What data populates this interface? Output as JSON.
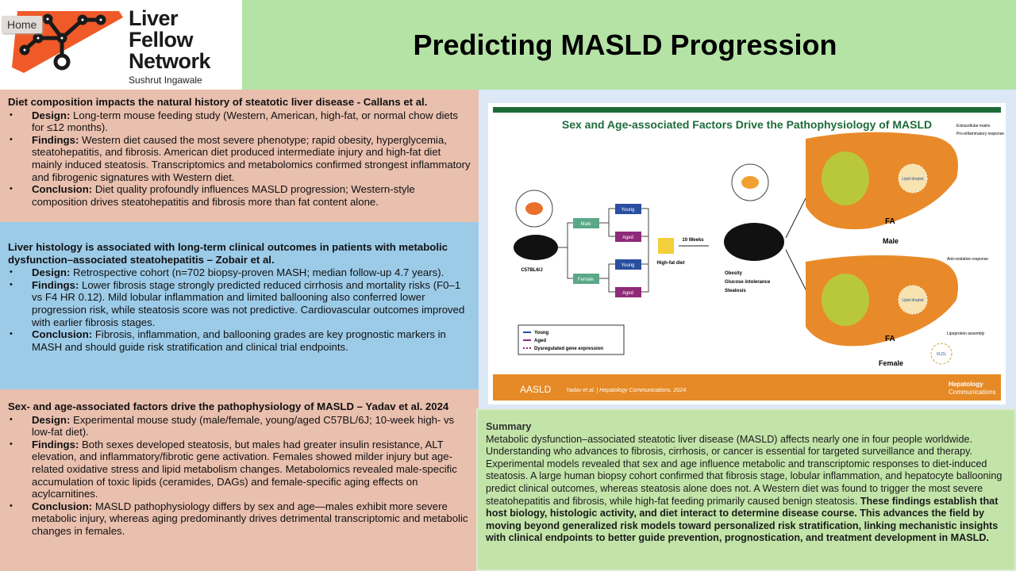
{
  "nav": {
    "home_label": "Home"
  },
  "logo": {
    "name": "Liver Fellow Network",
    "line1": "Liver",
    "line2": "Fellow",
    "line3": "Network",
    "author": "Sushrut Ingawale",
    "brand_color": "#f05a28"
  },
  "header": {
    "title": "Predicting MASLD Progression"
  },
  "panels": [
    {
      "title": "Diet composition impacts the natural history of steatotic liver disease - Callans et al.",
      "bullets": [
        {
          "label": "Design:",
          "text": " Long-term mouse feeding study (Western, American, high-fat, or normal chow diets for ≤12 months)."
        },
        {
          "label": "Findings:",
          "text": " Western diet caused the most severe phenotype; rapid obesity, hyperglycemia, steatohepatitis, and fibrosis. American diet produced intermediate injury and high-fat diet mainly induced steatosis. Transcriptomics and metabolomics confirmed strongest inflammatory and fibrogenic signatures with Western diet."
        },
        {
          "label": "Conclusion:",
          "text": " Diet quality profoundly influences MASLD progression; Western-style composition drives steatohepatitis and fibrosis more than fat content alone."
        }
      ]
    },
    {
      "title": "Liver histology is associated with long-term clinical outcomes in patients with metabolic dysfunction–associated steatohepatitis – Zobair et al.",
      "bullets": [
        {
          "label": "Design:",
          "text": " Retrospective cohort (n=702 biopsy-proven MASH; median follow-up 4.7 years)."
        },
        {
          "label": "Findings:",
          "text": " Lower fibrosis stage strongly predicted reduced cirrhosis and mortality risks (F0–1 vs F4 HR 0.12). Mild lobular inflammation and limited ballooning also conferred lower progression risk, while steatosis score was not predictive. Cardiovascular outcomes improved with earlier fibrosis stages."
        },
        {
          "label": "Conclusion:",
          "text": " Fibrosis, inflammation, and ballooning grades are key prognostic markers in MASH and should guide risk stratification and clinical trial endpoints."
        }
      ]
    },
    {
      "title": "Sex- and age-associated factors drive the pathophysiology of MASLD – Yadav et al. 2024",
      "bullets": [
        {
          "label": "Design:",
          "text": " Experimental mouse study (male/female, young/aged C57BL/6J; 10-week high- vs low-fat diet)."
        },
        {
          "label": "Findings:",
          "text": " Both sexes developed steatosis, but males had greater insulin resistance, ALT elevation, and inflammatory/fibrotic gene activation. Females showed milder injury but age-related oxidative stress and lipid metabolism changes. Metabolomics revealed male-specific accumulation of toxic lipids (ceramides, DAGs) and female-specific aging effects on acylcarnitines."
        },
        {
          "label": "Conclusion:",
          "text": " MASLD pathophysiology differs by sex and age—males exhibit more severe metabolic injury, whereas aging predominantly drives detrimental transcriptomic and metabolic changes in females."
        }
      ]
    }
  ],
  "figure": {
    "title": "Sex and Age-associated Factors Drive the Pathophysiology of MASLD",
    "strain": "C57BL6/J",
    "male": "Male",
    "female": "Female",
    "young": "Young",
    "aged": "Aged",
    "diet": "High-fat diet",
    "duration": "10 Weeks",
    "outcomes": [
      "Obesity",
      "Glucose intolerance",
      "Steatosis"
    ],
    "fa": "FA",
    "lipid": "Lipid droplet",
    "vldl": "VLDL",
    "ecm": "Extracellular matrix",
    "proinf": "Pro-inflammatory response",
    "antiox": "Anti-oxidative response",
    "lipoprotein": "Lipoprotein assembly",
    "legend": [
      "Young",
      "Aged",
      "Dysregulated gene expression"
    ],
    "footer_logo": "AASLD",
    "citation": "Yadav et al.  |  Hepatology Communications. 2024.",
    "journal1": "Hepatology",
    "journal2": "Communications",
    "colors": {
      "green": "#1e6b3a",
      "orange": "#e58a26",
      "young": "#2a4fa0",
      "aged": "#8e2a78",
      "sex": "#5aa887"
    }
  },
  "summary": {
    "title": "Summary",
    "body": "Metabolic dysfunction–associated steatotic liver disease (MASLD) affects nearly one in four people worldwide. Understanding who advances to fibrosis, cirrhosis, or cancer is essential for targeted surveillance and therapy. Experimental models revealed that sex and age influence metabolic and transcriptomic responses to diet-induced steatosis. A large human biopsy cohort confirmed that fibrosis stage, lobular inflammation, and hepatocyte ballooning predict clinical outcomes, whereas steatosis alone does not. A Western diet was found to trigger the most severe steatohepatitis and fibrosis, while high-fat feeding primarily caused benign steatosis.",
    "bold": "These findings establish that host biology, histologic activity, and diet interact to determine disease course. This advances the field by moving beyond generalized risk models toward personalized risk stratification, linking mechanistic insights with clinical endpoints to better guide prevention, prognostication, and treatment development in MASLD."
  }
}
